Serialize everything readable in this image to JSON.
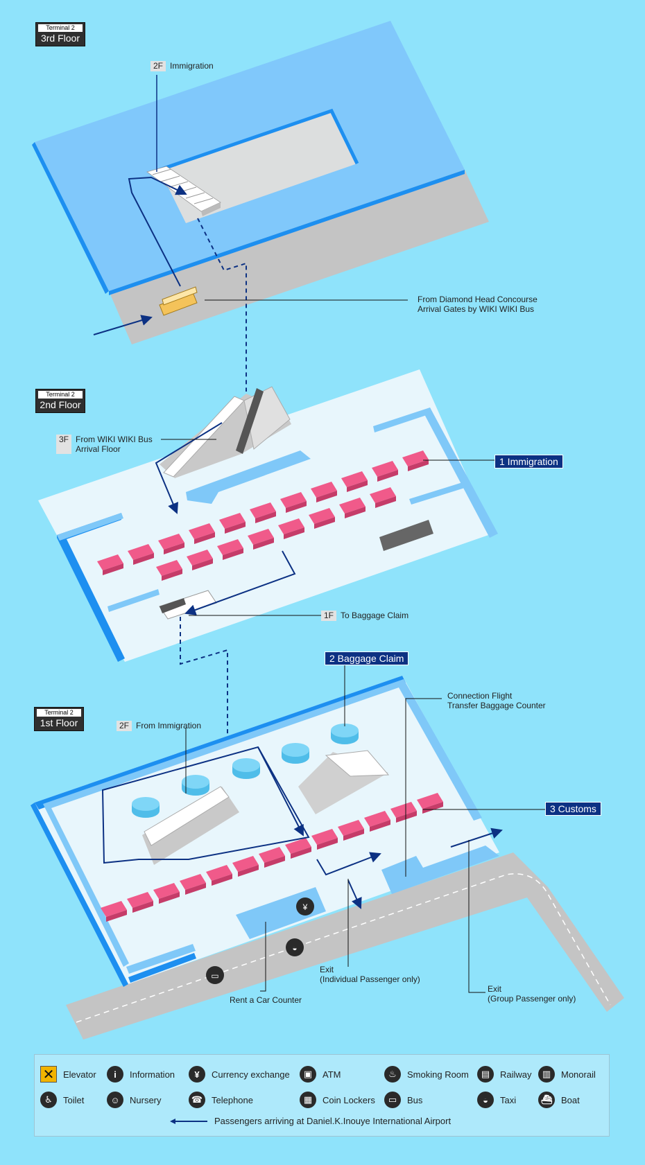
{
  "floors": {
    "third": {
      "terminal": "Terminal 2",
      "name": "3rd Floor"
    },
    "second": {
      "terminal": "Terminal 2",
      "name": "2nd Floor"
    },
    "first": {
      "terminal": "Terminal 2",
      "name": "1st Floor"
    }
  },
  "labels": {
    "immigration_2f": {
      "tag": "2F",
      "text": "Immigration"
    },
    "wiki_bus": {
      "line1": "From Diamond Head Concourse",
      "line2": "Arrival Gates by WIKI WIKI Bus"
    },
    "from_wiki_3f": {
      "tag": "3F",
      "line1": "From WIKI WIKI Bus",
      "line2": "Arrival Floor"
    },
    "to_baggage_1f": {
      "tag": "1F",
      "text": "To Baggage Claim"
    },
    "from_immigration_2f": {
      "tag": "2F",
      "text": "From Immigration"
    },
    "connection": {
      "line1": "Connection Flight",
      "line2": "Transfer Baggage Counter"
    },
    "exit_individual": {
      "line1": "Exit",
      "line2": "(Individual Passenger only)"
    },
    "exit_group": {
      "line1": "Exit",
      "line2": "(Group Passenger only)"
    },
    "rent_car": "Rent a Car Counter"
  },
  "nav": {
    "immigration": "1 Immigration",
    "baggage": "2 Baggage Claim",
    "customs": "3 Customs"
  },
  "legend": {
    "items": [
      {
        "label": "Elevator",
        "icon": "elevator-icon",
        "glyph": "✕"
      },
      {
        "label": "Information",
        "icon": "information-icon",
        "glyph": "i"
      },
      {
        "label": "Currency exchange",
        "icon": "currency-exchange-icon",
        "glyph": "¥"
      },
      {
        "label": "ATM",
        "icon": "atm-icon",
        "glyph": "▣"
      },
      {
        "label": "Smoking Room",
        "icon": "smoking-room-icon",
        "glyph": "♨"
      },
      {
        "label": "Railway",
        "icon": "railway-icon",
        "glyph": "▤"
      },
      {
        "label": "Monorail",
        "icon": "monorail-icon",
        "glyph": "▥"
      },
      {
        "label": "Toilet",
        "icon": "toilet-icon",
        "glyph": "♿"
      },
      {
        "label": "Nursery",
        "icon": "nursery-icon",
        "glyph": "☺"
      },
      {
        "label": "Telephone",
        "icon": "telephone-icon",
        "glyph": "☎"
      },
      {
        "label": "Coin Lockers",
        "icon": "coin-lockers-icon",
        "glyph": "▦"
      },
      {
        "label": "Bus",
        "icon": "bus-icon",
        "glyph": "▭"
      },
      {
        "label": "Taxi",
        "icon": "taxi-icon",
        "glyph": "◒"
      },
      {
        "label": "Boat",
        "icon": "boat-icon",
        "glyph": "⛴"
      }
    ],
    "route_label": "Passengers arriving at Daniel.K.Inouye International Airport"
  },
  "colors": {
    "background": "#8fe3fb",
    "floor": "#e8f6fc",
    "wall": "#7fc8f8",
    "counter": "#f05a8a",
    "route": "#0c3183",
    "nav_box": "#0c3183"
  }
}
